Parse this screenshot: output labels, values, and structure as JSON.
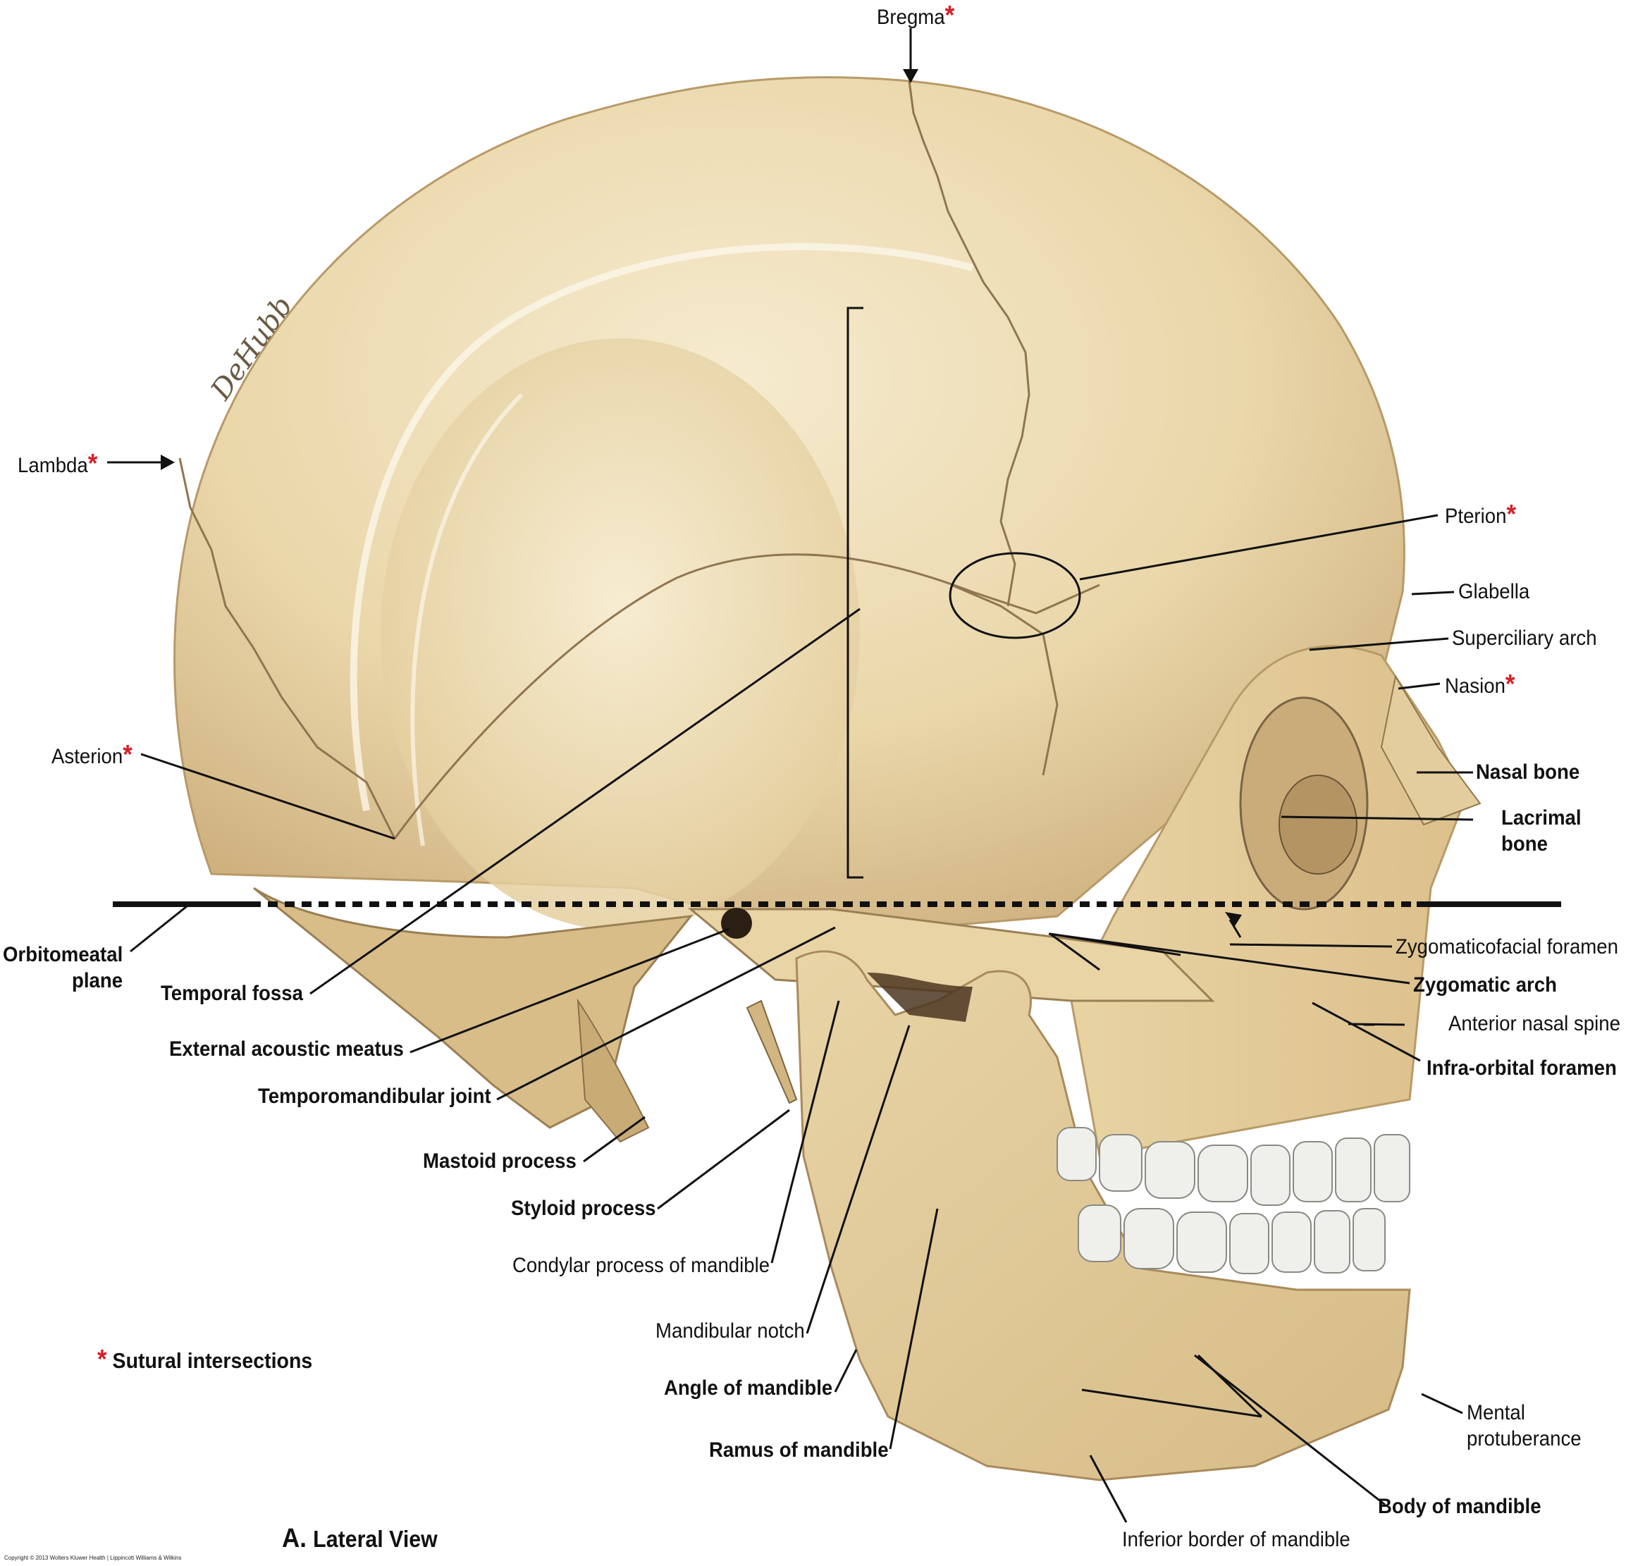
{
  "colors": {
    "bone_light": "#f2e4c2",
    "bone_mid": "#e6d1a0",
    "bone_shadow": "#c7a873",
    "tooth": "#eeeeea",
    "asterisk": "#d42027",
    "line": "#111111"
  },
  "labels": {
    "bregma": "Bregma",
    "lambda": "Lambda",
    "pterion": "Pterion",
    "glabella": "Glabella",
    "superciliary_arch": "Superciliary arch",
    "nasion": "Nasion",
    "asterion": "Asterion",
    "nasal_bone": "Nasal bone",
    "lacrimal_bone_1": "Lacrimal",
    "lacrimal_bone_2": "bone",
    "orbitomeatal_1": "Orbitomeatal",
    "orbitomeatal_2": "plane",
    "temporal_fossa": "Temporal fossa",
    "zygomaticofacial_foramen": "Zygomaticofacial foramen",
    "zygomatic_arch": "Zygomatic arch",
    "anterior_nasal_spine": "Anterior nasal spine",
    "external_acoustic_meatus": "External acoustic meatus",
    "infraorbital_foramen": "Infra-orbital foramen",
    "temporomandibular_joint": "Temporomandibular joint",
    "mastoid_process": "Mastoid process",
    "styloid_process": "Styloid process",
    "condylar_process": "Condylar process of mandible",
    "mandibular_notch": "Mandibular notch",
    "angle_of_mandible": "Angle of mandible",
    "ramus_of_mandible": "Ramus of mandible",
    "mental_protuberance_1": "Mental",
    "mental_protuberance_2": "protuberance",
    "body_of_mandible": "Body of mandible",
    "inferior_border": "Inferior border of mandible"
  },
  "legend": {
    "asterisk": "*",
    "text": "Sutural intersections"
  },
  "caption": {
    "letter": "A.",
    "text": "Lateral View"
  },
  "copyright": "Copyright © 2013 Wolters Kluwer Health | Lippincott Williams & Wilkins",
  "signature": "DeHubb"
}
